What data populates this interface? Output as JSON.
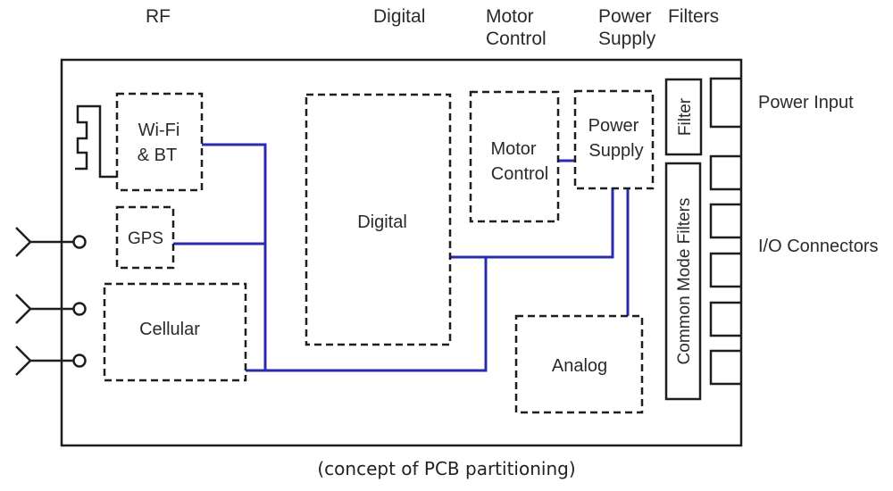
{
  "headers": {
    "rf": "RF",
    "digital": "Digital",
    "motor_control": [
      "Motor",
      "Control"
    ],
    "power_supply": [
      "Power",
      "Supply"
    ],
    "filters": "Filters"
  },
  "blocks": {
    "wifi_bt": [
      "Wi-Fi",
      "& BT"
    ],
    "gps": "GPS",
    "cellular": "Cellular",
    "digital": "Digital",
    "motor_control": [
      "Motor",
      "Control"
    ],
    "power_supply": [
      "Power",
      "Supply"
    ],
    "analog": "Analog",
    "filter": "Filter",
    "common_mode_filters": "Common Mode Filters"
  },
  "side_labels": {
    "power_input": "Power Input",
    "io_connectors": "I/O Connectors"
  },
  "caption": "(concept  of PCB partitioning)",
  "colors": {
    "trace": "#2b2bb0",
    "outline": "#1e1e1e"
  }
}
